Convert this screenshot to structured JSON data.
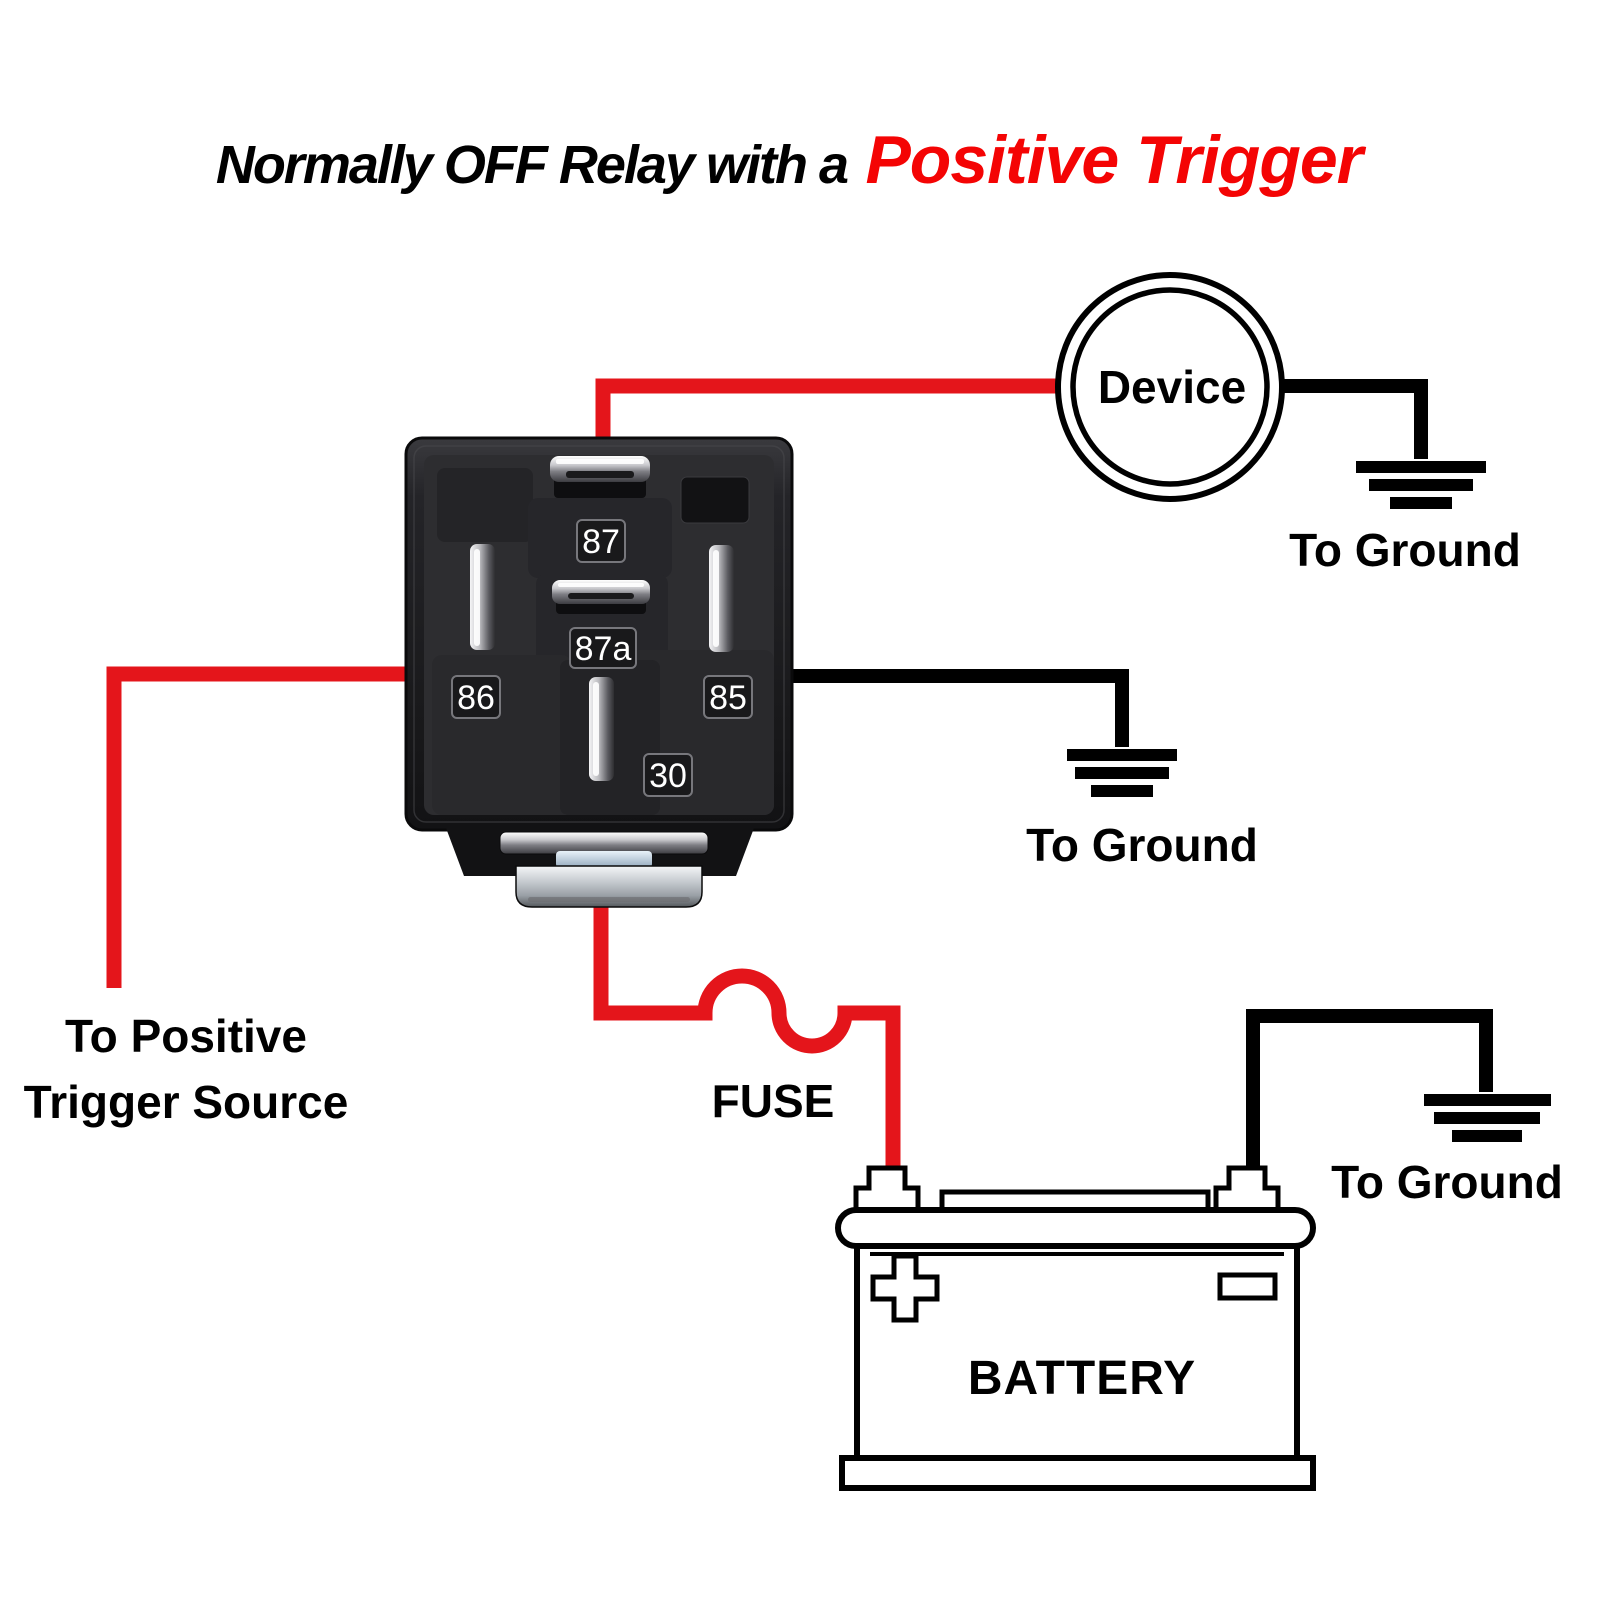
{
  "title": {
    "prefix": "Normally OFF Relay with a",
    "highlight": "Positive Trigger"
  },
  "device": {
    "label": "Device"
  },
  "relay": {
    "pin_labels": {
      "p87": "87",
      "p87a": "87a",
      "p86": "86",
      "p85": "85",
      "p30": "30"
    }
  },
  "wiring": {
    "trigger_label_line1": "To Positive",
    "trigger_label_line2": "Trigger Source",
    "fuse_label": "FUSE",
    "ground_label_top": "To Ground",
    "ground_label_middle": "To Ground",
    "ground_label_bottom": "To Ground"
  },
  "battery": {
    "label": "BATTERY"
  },
  "colors": {
    "wire_red": "#e4151b",
    "wire_black": "#000000",
    "title_red": "#f40404"
  }
}
